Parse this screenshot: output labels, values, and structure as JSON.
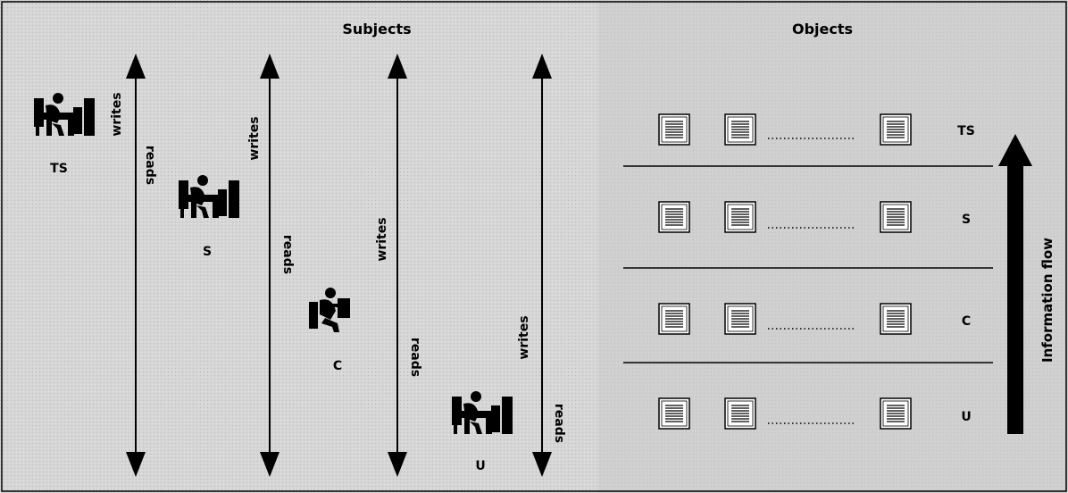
{
  "header": {
    "subjects_label": "Subjects",
    "objects_label": "Objects"
  },
  "subjects": [
    {
      "label": "TS",
      "writes_label": "writes",
      "reads_label": "reads"
    },
    {
      "label": "S",
      "writes_label": "writes",
      "reads_label": "reads"
    },
    {
      "label": "C",
      "writes_label": "writes",
      "reads_label": "reads"
    },
    {
      "label": "U",
      "writes_label": "writes",
      "reads_label": "reads"
    }
  ],
  "levels": [
    {
      "label": "TS"
    },
    {
      "label": "S"
    },
    {
      "label": "C"
    },
    {
      "label": "U"
    }
  ],
  "flow": {
    "label": "Information flow",
    "direction": "up"
  },
  "icons": {
    "subject": "person-at-desk-icon",
    "object": "document-icon"
  },
  "colors": {
    "background": "#d9d9d9",
    "objects_panel": "#cfcfcf",
    "ink": "#000000",
    "paper": "#ffffff"
  }
}
